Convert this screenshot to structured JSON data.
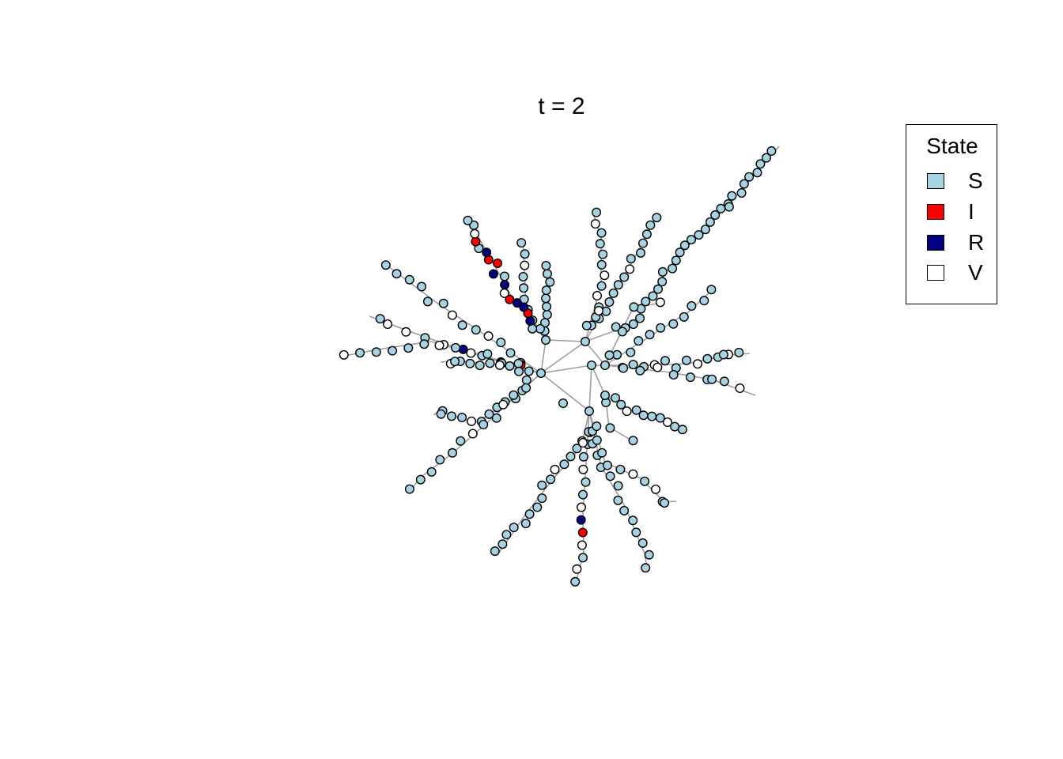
{
  "title": "t = 2",
  "legend": {
    "title": "State",
    "entries": [
      {
        "key": "S",
        "label": "S",
        "color": "#a6d2e1"
      },
      {
        "key": "I",
        "label": "I",
        "color": "#ff0000"
      },
      {
        "key": "R",
        "label": "R",
        "color": "#000080"
      },
      {
        "key": "V",
        "label": "V",
        "color": "#ffffff"
      }
    ]
  },
  "colors": {
    "edge": "#9e9e9e",
    "node_border": "#000000"
  }
}
